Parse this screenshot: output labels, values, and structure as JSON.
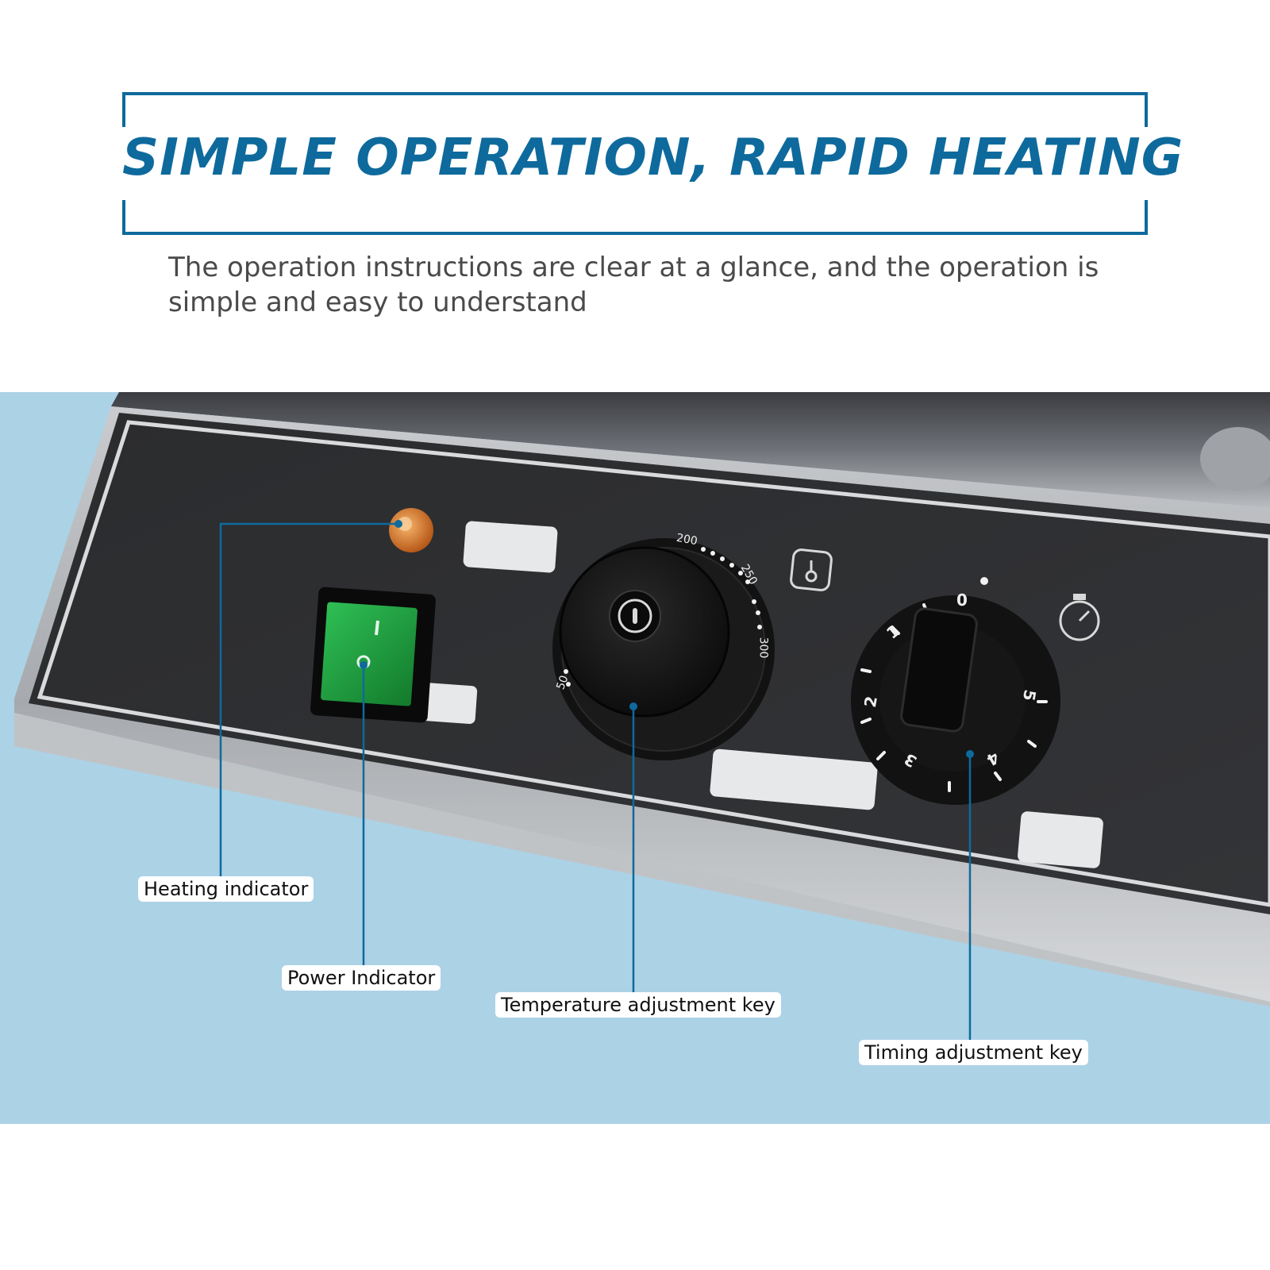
{
  "header": {
    "headline": "SIMPLE OPERATION, RAPID HEATING",
    "subtitle": "The operation instructions are clear at a glance, and the operation is simple and easy to understand"
  },
  "panel": {
    "temperature_dial_labels": [
      "50",
      "200",
      "250",
      "300"
    ],
    "timer_dial_labels": [
      "0",
      "1",
      "2",
      "3",
      "4",
      "5"
    ]
  },
  "callouts": {
    "heating_indicator": "Heating indicator",
    "power_indicator": "Power Indicator",
    "temperature_key": "Temperature adjustment key",
    "timing_key": "Timing adjustment key"
  },
  "colors": {
    "accent": "#0e6a9c",
    "background_blue": "#acd2e6",
    "panel_dark": "#2e2f31",
    "switch_green": "#1e9a3a",
    "indicator_amber": "#e08a3a"
  }
}
